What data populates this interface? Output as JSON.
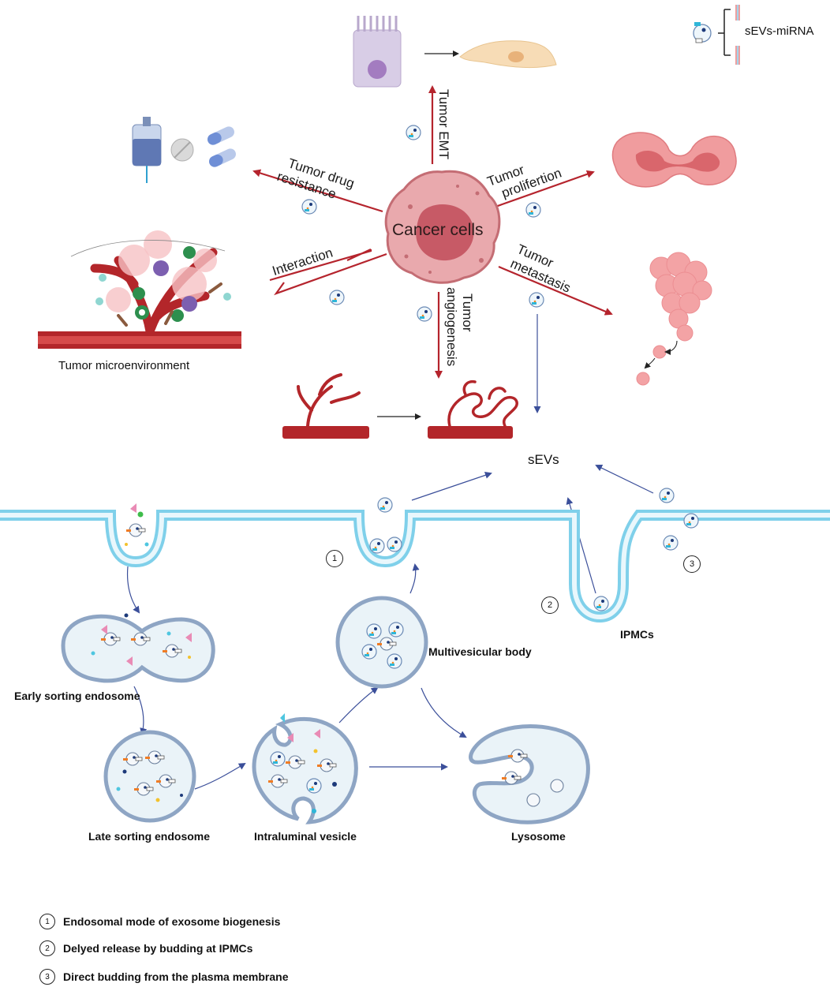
{
  "legend_top": {
    "label": "sEVs-miRNA"
  },
  "center": {
    "label": "Cancer cells"
  },
  "pathways": {
    "emt": "Tumor EMT",
    "drug_resistance_1": "Tumor drug",
    "drug_resistance_2": "resistance",
    "proliferation_1": "Tumor",
    "proliferation_2": "prolifertion",
    "interaction": "Interaction",
    "metastasis_1": "Tumor",
    "metastasis_2": "metastasis",
    "angiogenesis_1": "Tumor",
    "angiogenesis_2": "angiogenesis"
  },
  "microenvironment": {
    "label": "Tumor microenvironment"
  },
  "sevs": {
    "label": "sEVs"
  },
  "biogenesis": {
    "early": "Early sorting endosome",
    "late": "Late sorting endosome",
    "intraluminal": "Intraluminal vesicle",
    "multivesicular": "Multivesicular body",
    "lysosome": "Lysosome",
    "ipmcs": "IPMCs"
  },
  "markers": [
    "1",
    "2",
    "3"
  ],
  "legend": [
    {
      "num": "1",
      "text": "Endosomal mode of exosome biogenesis"
    },
    {
      "num": "2",
      "text": "Delyed release by budding at IPMCs"
    },
    {
      "num": "3",
      "text": "Direct budding from the plasma membrane"
    }
  ],
  "colors": {
    "arrow_red": "#b5242d",
    "arrow_blue": "#3b4f9a",
    "membrane": "#7fd0ea",
    "endosome": "#9fb2cf"
  }
}
